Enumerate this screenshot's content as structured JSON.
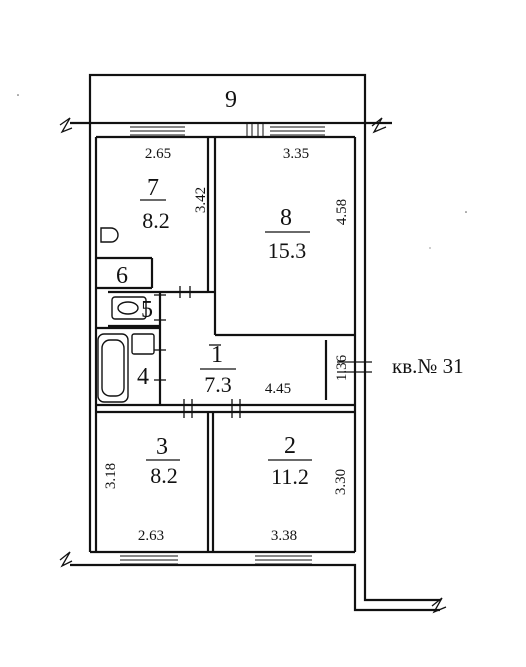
{
  "apartment_label": "кв.№ 31",
  "rooms": [
    {
      "id": "9",
      "number": "9",
      "area": ""
    },
    {
      "id": "7",
      "number": "7",
      "area": "8.2",
      "dims": [
        "2.65",
        "3.42"
      ]
    },
    {
      "id": "8",
      "number": "8",
      "area": "15.3",
      "dims": [
        "3.35",
        "4.58"
      ]
    },
    {
      "id": "6",
      "number": "6",
      "area": ""
    },
    {
      "id": "5",
      "number": "5",
      "area": ""
    },
    {
      "id": "4",
      "number": "4",
      "area": ""
    },
    {
      "id": "1",
      "number": "1",
      "area": "7.3",
      "dims": [
        "4.45",
        "1.36"
      ]
    },
    {
      "id": "3",
      "number": "3",
      "area": "8.2",
      "dims": [
        "3.18",
        "2.63"
      ]
    },
    {
      "id": "2",
      "number": "2",
      "area": "11.2",
      "dims": [
        "3.30",
        "3.38"
      ]
    }
  ]
}
